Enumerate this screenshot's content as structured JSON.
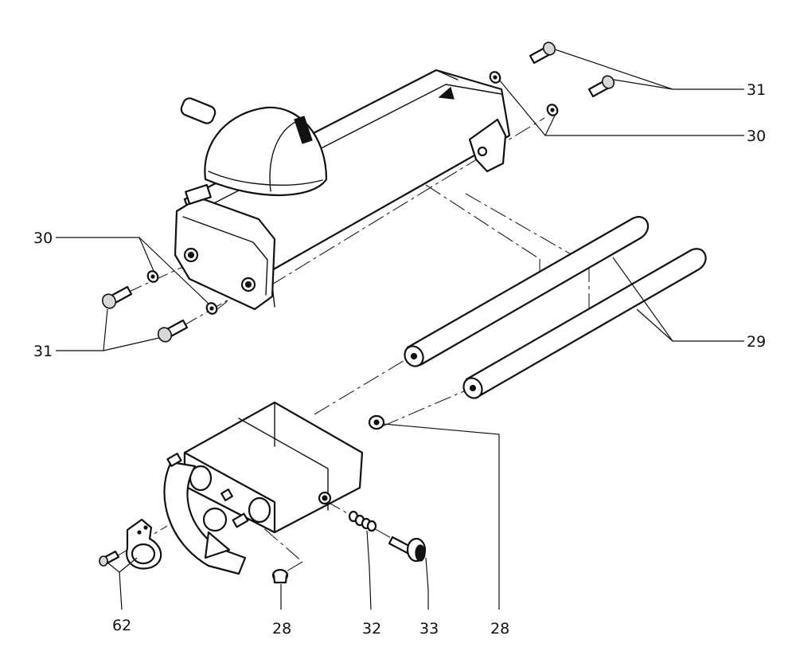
{
  "callouts": {
    "c31_top": "31",
    "c30_top": "30",
    "c30_left": "30",
    "c31_left": "31",
    "c29": "29",
    "c62": "62",
    "c28_bottom": "28",
    "c32": "32",
    "c33": "33",
    "c28_right": "28"
  }
}
